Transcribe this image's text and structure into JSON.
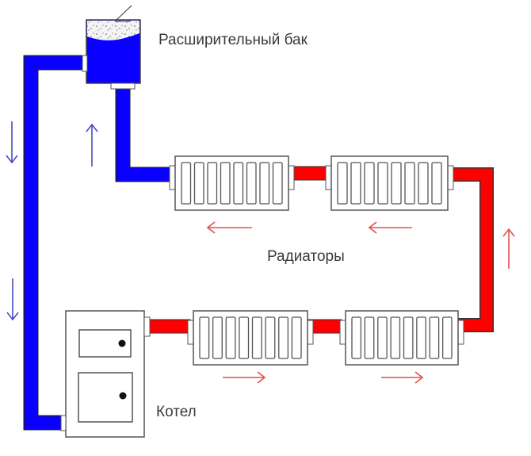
{
  "diagram": {
    "title": "Heating system circulation scheme",
    "labels": {
      "expansion_tank": "Расширительный бак",
      "radiators": "Радиаторы",
      "boiler": "Котел"
    },
    "colors": {
      "cold_pipe": "#0a00ff",
      "hot_pipe": "#ff0000",
      "outline": "#444444",
      "cold_arrow": "#4a4ac0",
      "hot_arrow": "#e05050",
      "label_text": "#3a3a3a"
    },
    "components": {
      "radiator_count": 4,
      "radiator_sections": 8
    },
    "flow_arrows": [
      {
        "id": "return-left-top",
        "direction": "down",
        "circuit": "cold"
      },
      {
        "id": "return-left-bottom",
        "direction": "down",
        "circuit": "cold"
      },
      {
        "id": "tank-riser",
        "direction": "up",
        "circuit": "cold"
      },
      {
        "id": "upper-left",
        "direction": "left",
        "circuit": "hot"
      },
      {
        "id": "upper-right",
        "direction": "left",
        "circuit": "hot"
      },
      {
        "id": "right-riser",
        "direction": "up",
        "circuit": "hot"
      },
      {
        "id": "lower-left",
        "direction": "right",
        "circuit": "hot"
      },
      {
        "id": "lower-right",
        "direction": "right",
        "circuit": "hot"
      }
    ]
  }
}
